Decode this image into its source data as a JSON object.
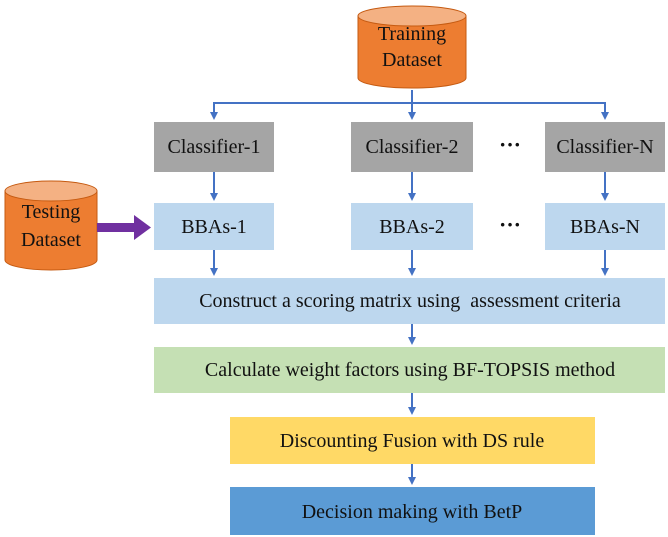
{
  "training_dataset": {
    "line1": "Training",
    "line2": "Dataset"
  },
  "testing_dataset": {
    "line1": "Testing",
    "line2": "Dataset"
  },
  "classifiers": [
    "Classifier-1",
    "Classifier-2",
    "Classifier-N"
  ],
  "bbas": [
    "BBAs-1",
    "BBAs-2",
    "BBAs-N"
  ],
  "ellipsis": "···",
  "steps": {
    "scoring": "Construct a scoring matrix using  assessment criteria",
    "weights": "Calculate weight factors using BF-TOPSIS method",
    "fusion": "Discounting Fusion with DS rule",
    "decision": "Decision making with BetP"
  },
  "colors": {
    "cylinder": "#ED7D31",
    "cylinder_border": "#C55A11",
    "classifier": "#A5A5A5",
    "bba": "#BDD7EE",
    "scoring": "#BDD7EE",
    "weights": "#C5E0B4",
    "fusion": "#FFD966",
    "decision": "#5B9BD5",
    "arrow": "#4472C4",
    "test_arrow": "#7030A0"
  }
}
